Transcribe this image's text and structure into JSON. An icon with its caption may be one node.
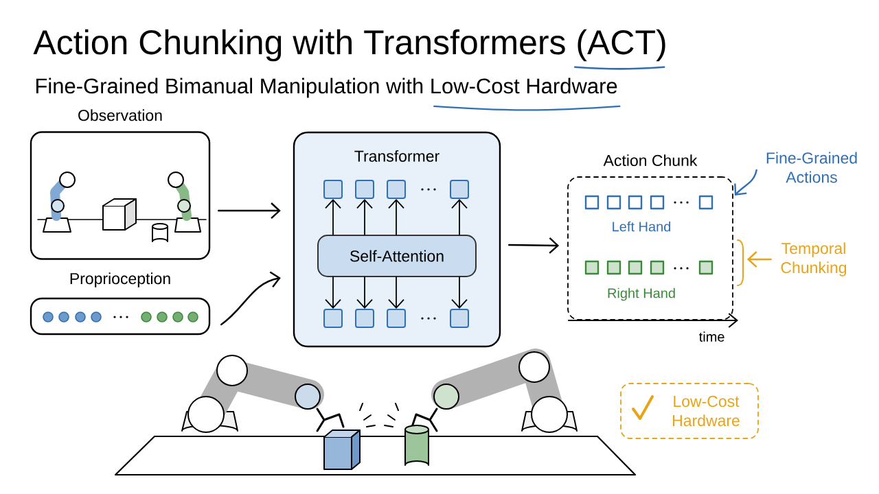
{
  "diagram": {
    "title": "Action Chunking with Transformers (ACT)",
    "caption": "Fine-Grained Bimanual Manipulation with Low-Cost Hardware",
    "nodes": [
      {
        "text": [
          "Observation"
        ]
      },
      {
        "text": [
          "Proprioception"
        ]
      },
      {
        "text": [
          "Transformer"
        ]
      },
      {
        "text": [
          "Self-Attention"
        ],
        "in": 2
      },
      {
        "text": [],
        "shape": "box",
        "in": 2
      },
      {
        "text": [],
        "shape": "box",
        "in": 2
      },
      {
        "text": [],
        "shape": "box",
        "in": 2
      },
      {
        "text": [],
        "shape": "box",
        "in": 2
      },
      {
        "text": [],
        "shape": "box",
        "in": 2
      },
      {
        "text": [],
        "shape": "box",
        "in": 2
      },
      {
        "text": [],
        "shape": "box",
        "in": 2
      },
      {
        "text": [],
        "shape": "box",
        "in": 2
      },
      {
        "text": [
          "Action Chunk"
        ],
        "beside": [
          "time"
        ]
      },
      {
        "text": [
          "Fine-Grained Actions"
        ]
      },
      {
        "text": [
          "Temporal Chunking"
        ]
      },
      {
        "text": [
          "Low-Cost Hardware"
        ]
      }
    ],
    "edges": [
      {
        "from": 0,
        "to": 2,
        "arrow": "to"
      },
      {
        "from": 1,
        "to": 2,
        "arrow": "to"
      },
      {
        "from": 3,
        "to": 4,
        "arrow": "to"
      },
      {
        "from": 3,
        "to": 5,
        "arrow": "to"
      },
      {
        "from": 3,
        "to": 6,
        "arrow": "to"
      },
      {
        "from": 3,
        "to": 7,
        "arrow": "to"
      },
      {
        "from": 3,
        "to": 8,
        "arrow": "to"
      },
      {
        "from": 3,
        "to": 9,
        "arrow": "to"
      },
      {
        "from": 3,
        "to": 10,
        "arrow": "to"
      },
      {
        "from": 3,
        "to": 11,
        "arrow": "to"
      },
      {
        "from": 2,
        "to": 12,
        "arrow": "to"
      },
      {
        "from": 13,
        "to": 12,
        "arrow": "to",
        "color": "#2f6fb5"
      },
      {
        "from": 14,
        "to": 12,
        "arrow": "to",
        "color": "#e8a317"
      }
    ],
    "labels": [
      "Left Hand",
      "Right Hand"
    ]
  }
}
